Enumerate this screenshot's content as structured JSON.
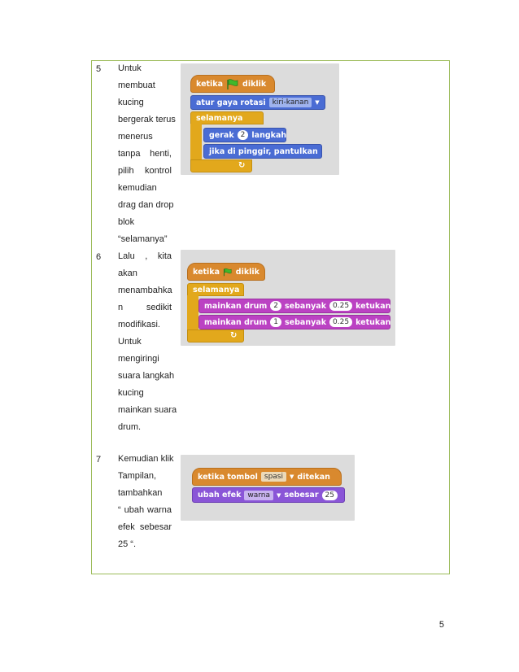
{
  "rows": [
    {
      "number": "5",
      "lines": [
        "Untuk",
        "membuat",
        "kucing",
        "bergerak terus",
        "menerus",
        "tanpa henti,",
        "pilih kontrol",
        "kemudian",
        "drag dan drop",
        "blok",
        "“selamanya”"
      ]
    },
    {
      "number": "6",
      "lines": [
        "Lalu , kita",
        "akan",
        "menambahka",
        "n sedikit",
        "modifikasi.",
        "Untuk",
        "mengiringi",
        "suara langkah",
        "kucing",
        "mainkan suara",
        "drum."
      ]
    },
    {
      "number": "7",
      "lines": [
        "Kemudian klik",
        "Tampilan,",
        "tambahkan",
        "“ ubah warna",
        "efek sebesar",
        "25 “."
      ]
    }
  ],
  "script1": {
    "hat_pre": "ketika",
    "hat_post": "diklik",
    "rotation_label": "atur gaya rotasi",
    "rotation_value": "kiri-kanan",
    "loop_label": "selamanya",
    "move_label": "gerak",
    "move_value": "2",
    "move_unit": "langkah",
    "bounce_label": "jika di pinggir, pantulkan"
  },
  "script2": {
    "hat_pre": "ketika",
    "hat_post": "diklik",
    "loop_label": "selamanya",
    "drum1_label": "mainkan drum",
    "drum1_value": "2",
    "drum1_mid": "sebanyak",
    "drum1_beats": "0.25",
    "drum1_unit": "ketukan",
    "drum2_label": "mainkan drum",
    "drum2_value": "1",
    "drum2_mid": "sebanyak",
    "drum2_beats": "0.25",
    "drum2_unit": "ketukan"
  },
  "script3": {
    "hat_pre": "ketika tombol",
    "hat_key": "spasi",
    "hat_post": "ditekan",
    "effect_label": "ubah efek",
    "effect_value": "warna",
    "effect_mid": "sebesar",
    "effect_amount": "25"
  },
  "page_number": "5",
  "colors": {
    "border": "#9bbb59",
    "events": "#d9892e",
    "control": "#e2a81c",
    "motion": "#4a6cd4",
    "sound": "#bb42c3",
    "looks": "#8a55d7"
  }
}
